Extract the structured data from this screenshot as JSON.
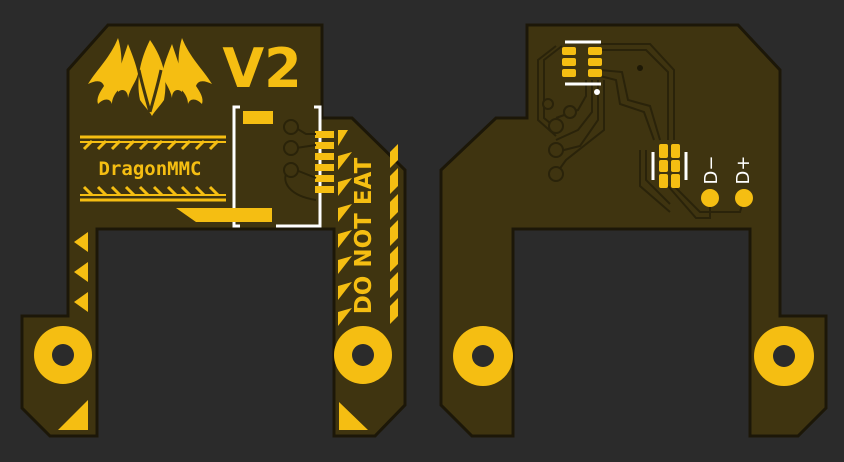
{
  "front": {
    "version_label": "V2",
    "brand_label": "DragonMMC",
    "warning_label": "DO NOT EAT"
  },
  "back": {
    "pad_minus_label": "D−",
    "pad_plus_label": "D+"
  },
  "colors": {
    "background": "#2b2b2b",
    "board": "#3f3410",
    "board_outline": "#1e1a0a",
    "copper_trace": "#2f280c",
    "silkscreen_gold": "#f5be12",
    "silkscreen_white": "#ffffff"
  }
}
